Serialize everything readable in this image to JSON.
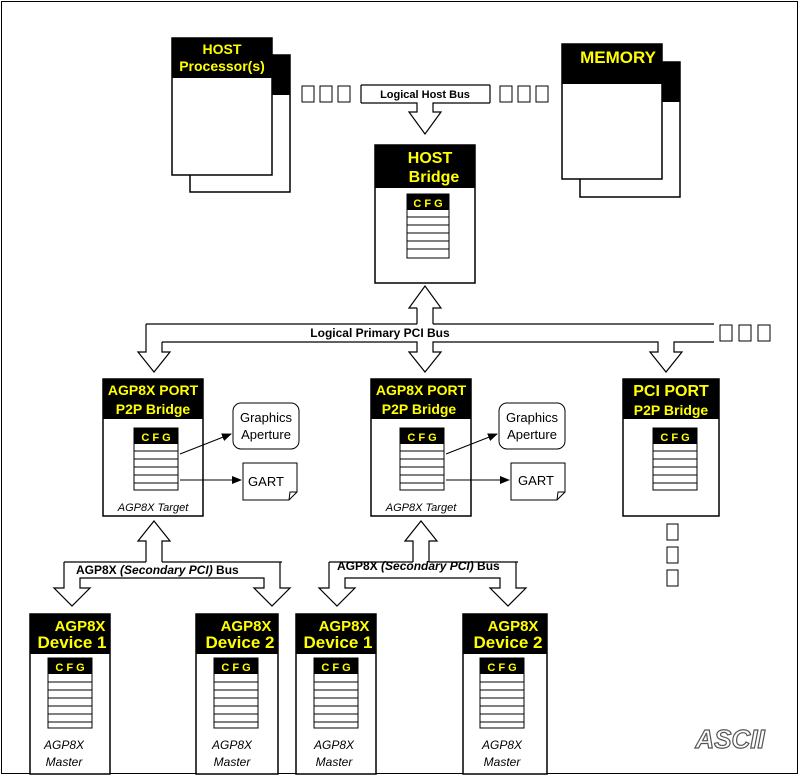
{
  "host_processor": {
    "title": "HOST",
    "subtitle": "Processor(s)"
  },
  "memory": {
    "title": "MEMORY"
  },
  "host_bridge": {
    "title": "HOST",
    "subtitle": "Bridge"
  },
  "buses": {
    "logical_host_bus": "Logical Host Bus",
    "logical_primary_pci_bus": "Logical Primary PCI Bus",
    "agp_bus_prefix": "AGP8X ",
    "agp_bus_italic": "(Secondary PCI)",
    "agp_bus_suffix": " Bus"
  },
  "cfg_label": "C F G",
  "agp_port": {
    "title": "AGP8X PORT",
    "subtitle": "P2P Bridge",
    "target": "AGP8X Target"
  },
  "pci_port": {
    "title": "PCI PORT",
    "subtitle": "P2P Bridge"
  },
  "graphics_aperture": {
    "line1": "Graphics",
    "line2": "Aperture"
  },
  "gart": "GART",
  "device1": {
    "line1": "AGP8X",
    "line2": "Device 1"
  },
  "device2": {
    "line1": "AGP8X",
    "line2": "Device 2"
  },
  "master": {
    "line1": "AGP8X",
    "line2": "Master"
  },
  "logo": "ASCII",
  "colors": {
    "title_bar": "#000000",
    "title_text": "#ffff00",
    "line": "#000000",
    "background": "#ffffff"
  }
}
